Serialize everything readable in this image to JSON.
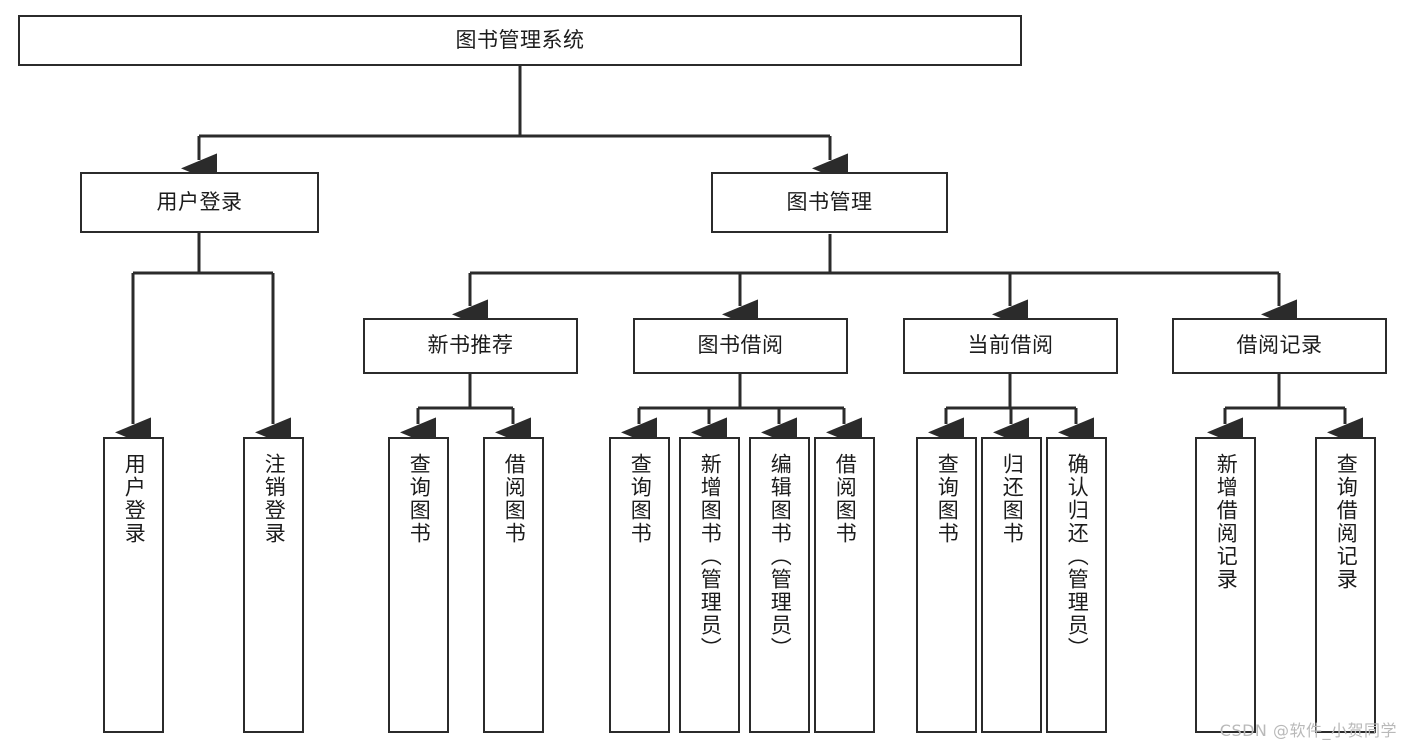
{
  "diagram": {
    "title": "图书管理系统",
    "watermark": "CSDN @软件_小贺同学",
    "colors": {
      "box_border": "#2b2b2b",
      "box_fill": "#ffffff",
      "edge": "#2b2b2b",
      "text": "#1c1c1c",
      "watermark": "#b9b9b9"
    }
  },
  "nodes": {
    "root": {
      "label": "图书管理系统"
    },
    "level1": [
      {
        "label": "用户登录"
      },
      {
        "label": "图书管理"
      }
    ],
    "level2": [
      {
        "label": "新书推荐"
      },
      {
        "label": "图书借阅"
      },
      {
        "label": "当前借阅"
      },
      {
        "label": "借阅记录"
      }
    ],
    "leaves": {
      "user_login": [
        {
          "label": "用户登录"
        },
        {
          "label": "注销登录"
        }
      ],
      "new_book": [
        {
          "label": "查询图书"
        },
        {
          "label": "借阅图书"
        }
      ],
      "borrow": [
        {
          "label": "查询图书"
        },
        {
          "label": "新增图书（管理员）"
        },
        {
          "label": "编辑图书（管理员）"
        },
        {
          "label": "借阅图书"
        }
      ],
      "current": [
        {
          "label": "查询图书"
        },
        {
          "label": "归还图书"
        },
        {
          "label": "确认归还（管理员）"
        }
      ],
      "records": [
        {
          "label": "新增借阅记录"
        },
        {
          "label": "查询借阅记录"
        }
      ]
    }
  }
}
